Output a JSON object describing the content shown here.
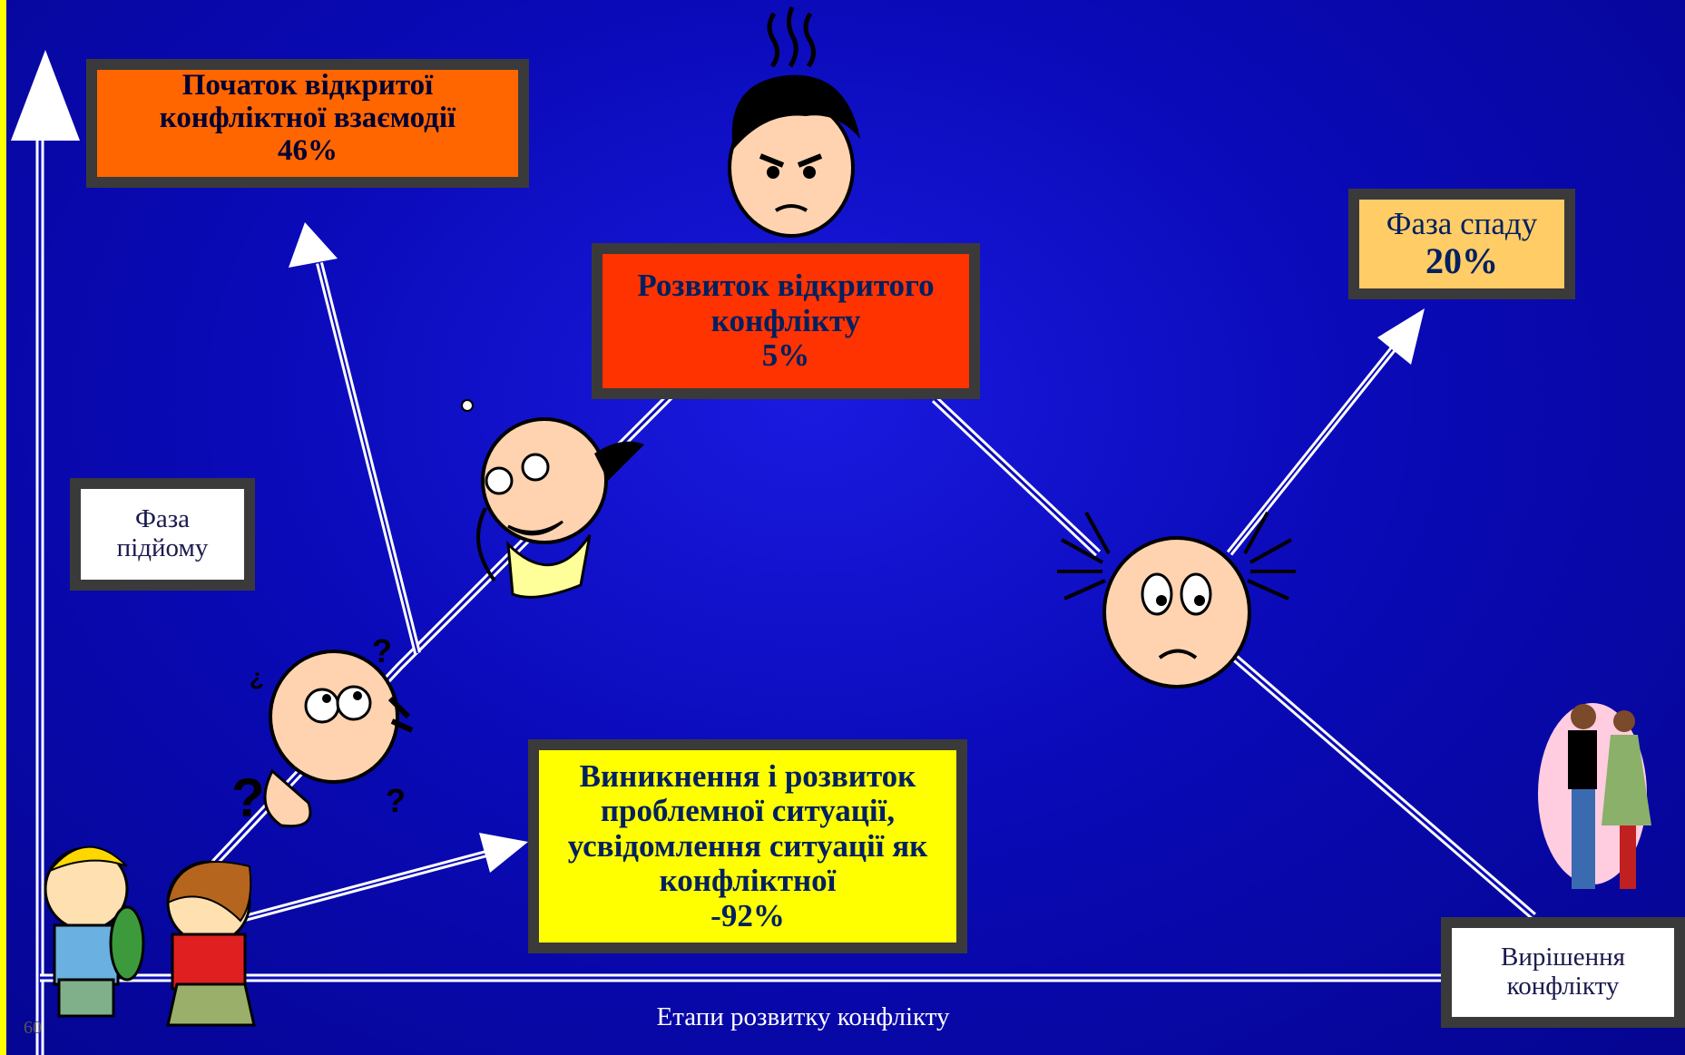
{
  "boxes": {
    "start": {
      "line1": "Початок відкритої",
      "line2": "конфліктної взаємодії",
      "pct": "46%"
    },
    "develop": {
      "line1": "Розвиток відкритого",
      "line2": "конфлікту",
      "pct": "5%"
    },
    "decline": {
      "line1": "Фаза спаду",
      "pct": "20%"
    },
    "rise": {
      "line1": "Фаза",
      "line2": "підйому"
    },
    "emerge": {
      "line1": "Виникнення і розвиток",
      "line2": "проблемної ситуації,",
      "line3": "усвідомлення ситуації як",
      "line4": "конфліктної",
      "pct": "-92%"
    },
    "resolve": {
      "line1": "Вирішення",
      "line2": "конфлікту"
    }
  },
  "x_axis_label": "Етапи розвитку конфлікту",
  "slide_number": "60",
  "colors": {
    "background": "#0a0ab8",
    "left_bar": "#ffff00",
    "start_box": "#ff6600",
    "develop_box": "#ff3300",
    "decline_box": "#ffcc66",
    "emerge_box": "#ffff00",
    "box_border": "#3a3a3a"
  },
  "illustrations": [
    "angry-man-icon",
    "confused-man-icon",
    "shouting-man-icon",
    "worried-man-icon",
    "children-with-frog-icon",
    "couple-icon"
  ]
}
